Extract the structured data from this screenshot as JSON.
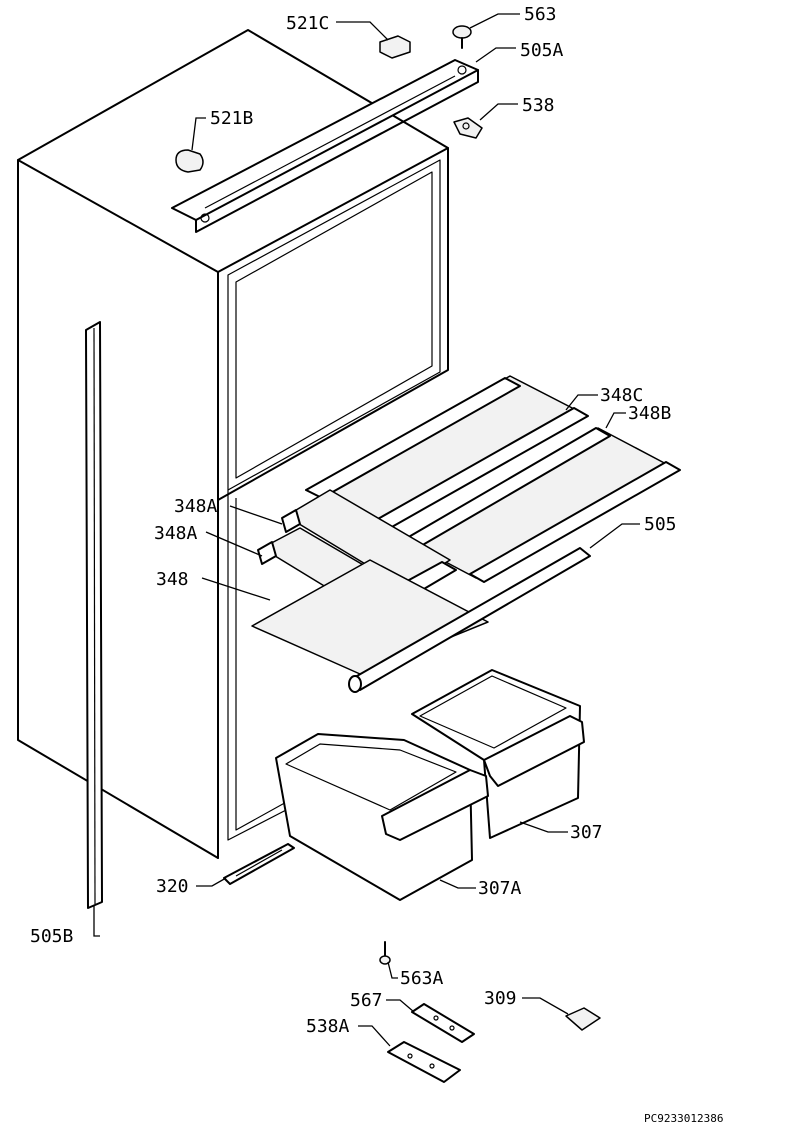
{
  "labels": {
    "p521c": "521C",
    "p563": "563",
    "p505a": "505A",
    "p538": "538",
    "p521b": "521B",
    "p348c": "348C",
    "p348b": "348B",
    "p348a_1": "348A",
    "p348a_2": "348A",
    "p505": "505",
    "p348": "348",
    "p307": "307",
    "p320": "320",
    "p307a": "307A",
    "p505b": "505B",
    "p563a": "563A",
    "p567": "567",
    "p309": "309",
    "p538a": "538A"
  },
  "footer": {
    "code": "PC9233012386"
  }
}
